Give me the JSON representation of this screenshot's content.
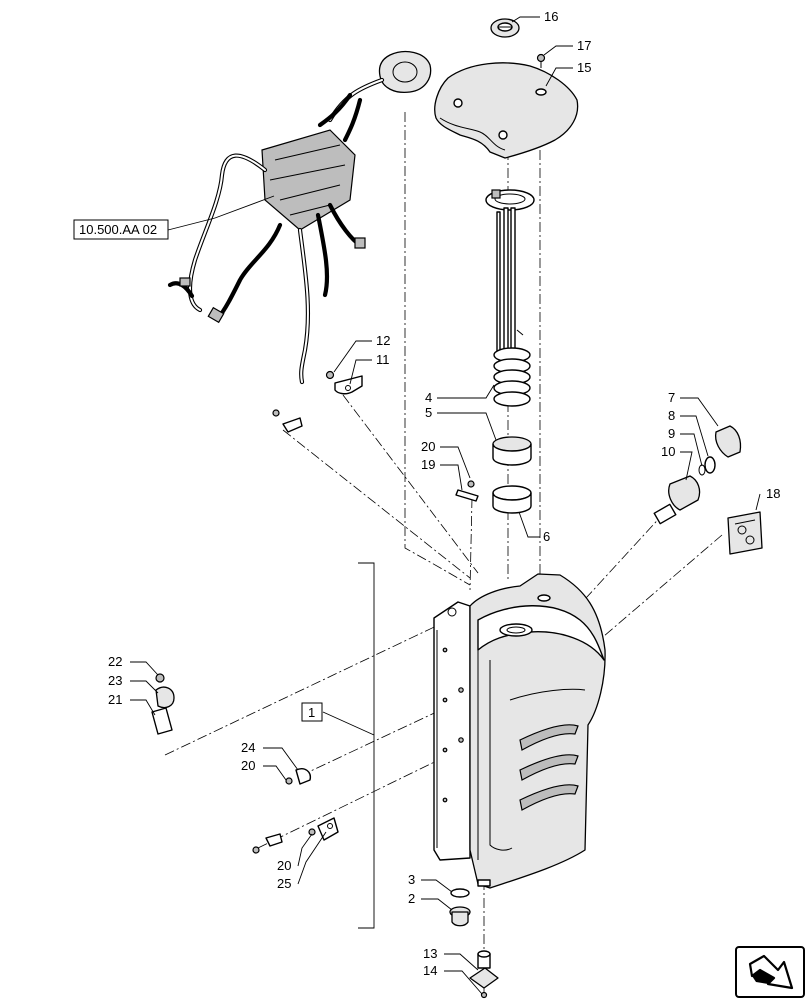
{
  "diagram": {
    "reference_label": "10.500.AA 02",
    "assembly_label": "1",
    "callouts": [
      "16",
      "17",
      "15",
      "12",
      "11",
      "4",
      "5",
      "20",
      "19",
      "6",
      "7",
      "8",
      "9",
      "10",
      "18",
      "22",
      "23",
      "21",
      "24",
      "20",
      "20",
      "25",
      "3",
      "2",
      "13",
      "14"
    ]
  },
  "icons": {
    "nav": "next-page-arrow-icon"
  }
}
